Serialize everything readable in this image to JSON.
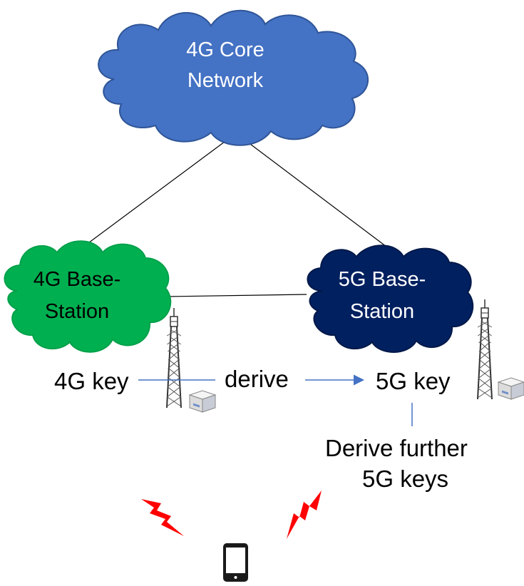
{
  "core_network": {
    "line1": "4G Core",
    "line2": "Network",
    "fill": "#4472C4",
    "text_color": "#FFFFFF"
  },
  "bs4g": {
    "line1": "4G Base-",
    "line2": "Station",
    "fill": "#00B050",
    "text_color": "#000000"
  },
  "bs5g": {
    "line1": "5G Base-",
    "line2": "Station",
    "fill": "#002060",
    "text_color": "#FFFFFF"
  },
  "keys": {
    "key4g": "4G key",
    "derive": "derive",
    "key5g": "5G key",
    "further_line1": "Derive further",
    "further_line2": "5G keys"
  },
  "colors": {
    "link": "#000000",
    "arrow": "#4472C4",
    "signal": "#FF0000"
  },
  "icons": [
    "tower-icon",
    "radio-unit-icon",
    "lightning-icon",
    "phone-icon"
  ]
}
